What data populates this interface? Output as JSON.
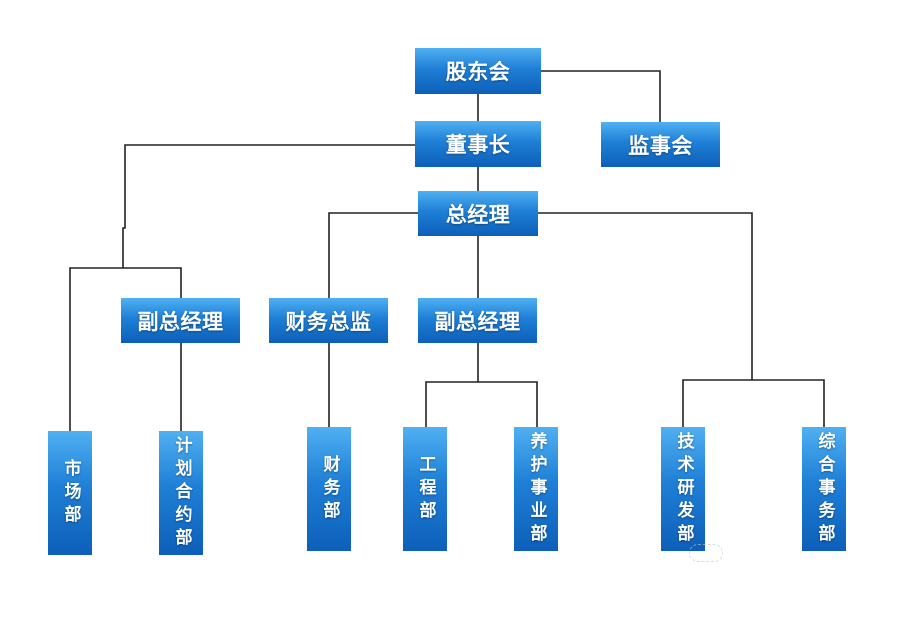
{
  "org_chart": {
    "top": {
      "shareholders": "股东会",
      "supervisory_board": "监事会",
      "chairman": "董事长",
      "general_manager": "总经理"
    },
    "second_row": {
      "deputy_gm_left": "副总经理",
      "financial_director": "财务总监",
      "deputy_gm_middle": "副总经理"
    },
    "departments": {
      "market": [
        "市",
        "场",
        "部"
      ],
      "planning_contract": [
        "计",
        "划",
        "合",
        "约",
        "部"
      ],
      "finance": [
        "财",
        "务",
        "部"
      ],
      "engineering": [
        "工",
        "程",
        "部"
      ],
      "maintenance": [
        "养",
        "护",
        "事",
        "业",
        "部"
      ],
      "tech_rd": [
        "技",
        "术",
        "研",
        "发",
        "部"
      ],
      "general_affairs": [
        "综",
        "合",
        "事",
        "务",
        "部"
      ]
    }
  },
  "colors": {
    "box_top": "#4fb0f2",
    "box_bottom": "#0d5fb8",
    "line": "#222222",
    "text": "#ffffff"
  }
}
